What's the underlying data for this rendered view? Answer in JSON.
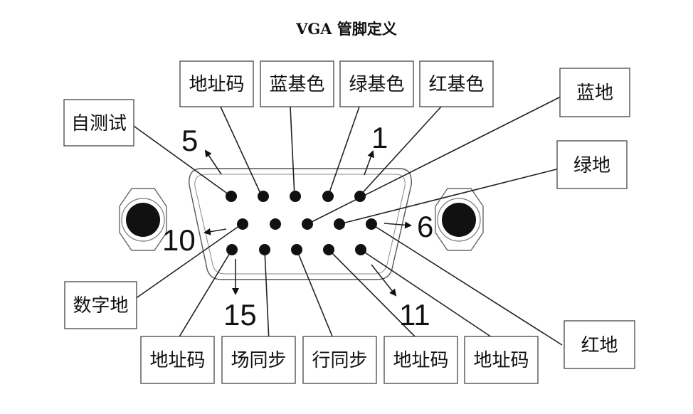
{
  "title": "VGA 管脚定义",
  "pin_numbers": {
    "top_left": "5",
    "top_right": "1",
    "mid_left": "10",
    "mid_right": "6",
    "bottom_left": "15",
    "bottom_right": "11"
  },
  "labels": {
    "self_test": "自测试",
    "top_addr": "地址码",
    "blue_base": "蓝基色",
    "green_base": "绿基色",
    "red_base": "红基色",
    "blue_gnd": "蓝地",
    "green_gnd": "绿地",
    "digital_gnd": "数字地",
    "red_gnd": "红地",
    "addr_bottom_1": "地址码",
    "vsync": "场同步",
    "hsync": "行同步",
    "addr_bottom_2": "地址码",
    "addr_bottom_3": "地址码"
  }
}
